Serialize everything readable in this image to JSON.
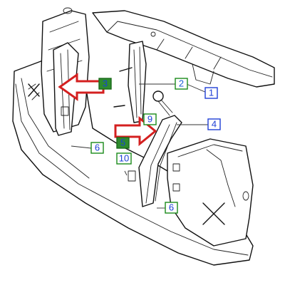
{
  "diagram": {
    "colors": {
      "green_box": "#1a8a1a",
      "green_fill": "#2e8b2e",
      "blue_box": "#1f3fd6",
      "arrow": "#d42020",
      "ink": "#111111"
    },
    "callouts": [
      {
        "id": "c1",
        "label": "1",
        "style": "blue"
      },
      {
        "id": "c2",
        "label": "2",
        "style": "green"
      },
      {
        "id": "c3",
        "label": "3",
        "style": "green-filled"
      },
      {
        "id": "c4",
        "label": "4",
        "style": "blue"
      },
      {
        "id": "c5",
        "label": "5",
        "style": "green-filled"
      },
      {
        "id": "c6a",
        "label": "6",
        "style": "green"
      },
      {
        "id": "c6b",
        "label": "6",
        "style": "blue"
      },
      {
        "id": "c9",
        "label": "9",
        "style": "green"
      },
      {
        "id": "c10",
        "label": "10",
        "style": "green"
      }
    ]
  }
}
